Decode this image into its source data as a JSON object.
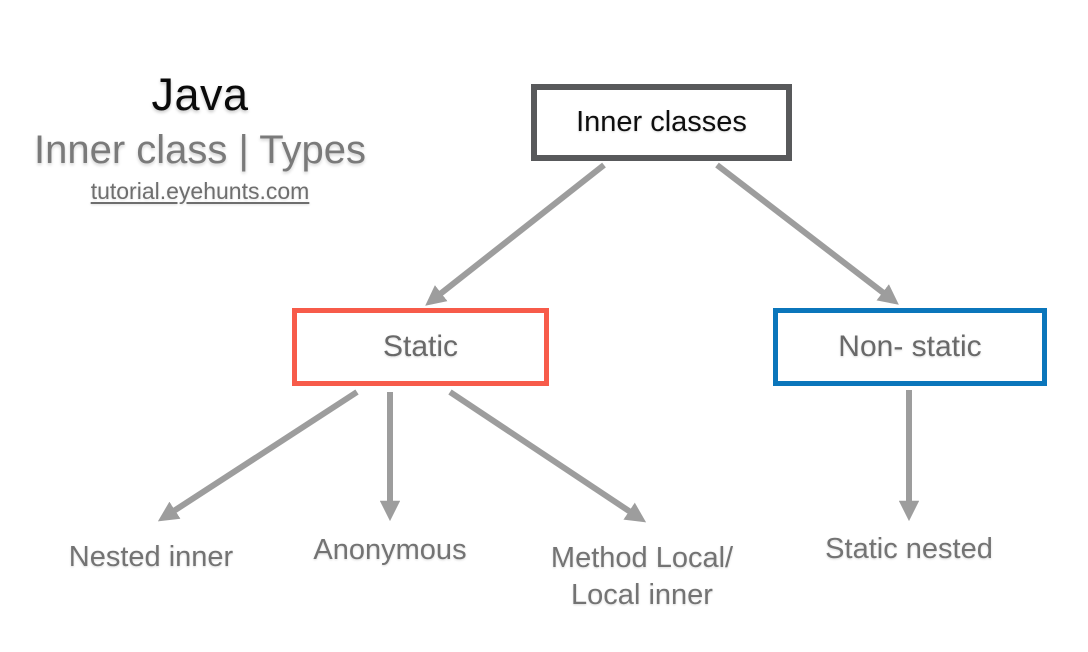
{
  "header": {
    "title": "Java",
    "subtitle": "Inner class | Types",
    "link": "tutorial.eyehunts.com"
  },
  "diagram": {
    "nodes": {
      "root": {
        "label": "Inner classes",
        "border_color": "#58595b",
        "text_color": "#0e0e0e"
      },
      "static": {
        "label": "Static",
        "border_color": "#f75b4a",
        "text_color": "#696969"
      },
      "non_static": {
        "label": "Non- static",
        "border_color": "#0b76bb",
        "text_color": "#696969"
      },
      "nested_inner": {
        "label": "Nested inner"
      },
      "anonymous": {
        "label": "Anonymous"
      },
      "method_local": {
        "label_line1": "Method Local/",
        "label_line2": "Local inner"
      },
      "static_nested": {
        "label": "Static nested"
      }
    },
    "edges": [
      {
        "from": "root",
        "to": "static"
      },
      {
        "from": "root",
        "to": "non_static"
      },
      {
        "from": "static",
        "to": "nested_inner"
      },
      {
        "from": "static",
        "to": "anonymous"
      },
      {
        "from": "static",
        "to": "method_local"
      },
      {
        "from": "non_static",
        "to": "static_nested"
      }
    ],
    "arrow_color": "#9d9d9d",
    "leaf_text_color": "#737373",
    "background": "#ffffff"
  }
}
